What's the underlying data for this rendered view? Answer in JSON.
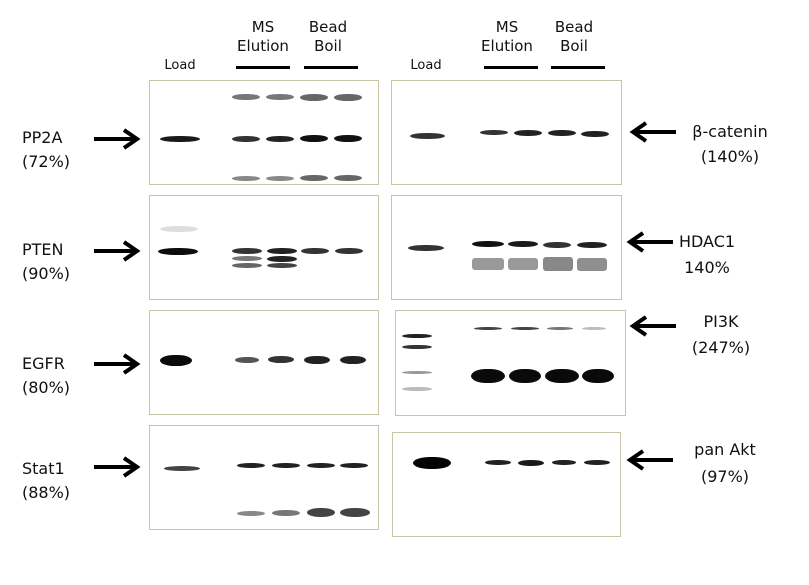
{
  "figure": {
    "type": "western_blot_panel",
    "column_headers": {
      "left": {
        "load": "Load",
        "ms_line1": "MS",
        "ms_line2": "Elution",
        "bead_line1": "Bead",
        "bead_line2": "Boil"
      },
      "right": {
        "load": "Load",
        "ms_line1": "MS",
        "ms_line2": "Elution",
        "bead_line1": "Bead",
        "bead_line2": "Boil"
      }
    },
    "lanes": [
      "Load",
      "MS Elution 1",
      "MS Elution 2",
      "Bead Boil 1",
      "Bead Boil 2"
    ],
    "left_blots": [
      {
        "protein": "PP2A",
        "recovery": "(72%)"
      },
      {
        "protein": "PTEN",
        "recovery": "(90%)"
      },
      {
        "protein": "EGFR",
        "recovery": "(80%)"
      },
      {
        "protein": "Stat1",
        "recovery": "(88%)"
      }
    ],
    "right_blots": [
      {
        "protein": "β-catenin",
        "recovery": "(140%)"
      },
      {
        "protein": "HDAC1",
        "recovery": "140%"
      },
      {
        "protein": "PI3K",
        "recovery": "(247%)"
      },
      {
        "protein": "pan Akt",
        "recovery": "(97%)"
      }
    ],
    "icons": {
      "right_arrow": "arrow-right-icon",
      "left_arrow": "arrow-left-icon"
    },
    "colors": {
      "panel_border": "#c8c4a8",
      "band": "#1a1a1a",
      "background": "#ffffff"
    }
  }
}
